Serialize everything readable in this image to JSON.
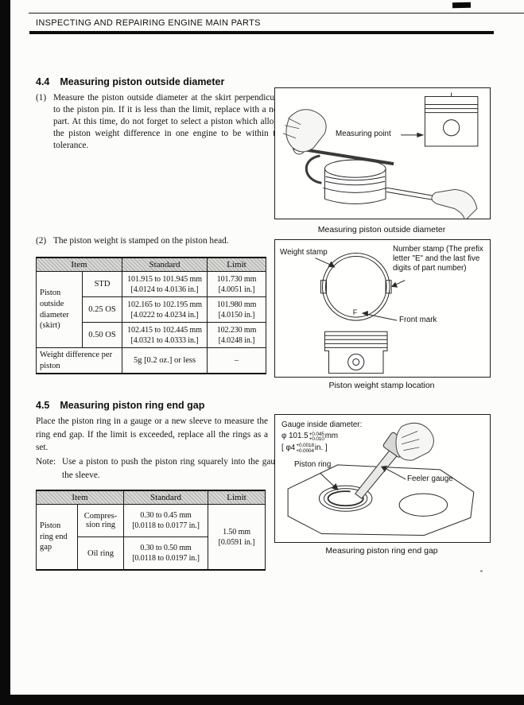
{
  "scan": {
    "header_title": "INSPECTING AND REPAIRING ENGINE MAIN PARTS"
  },
  "section_44": {
    "number": "4.4",
    "title": "Measuring piston outside diameter",
    "item1_marker": "(1)",
    "item1_text": "Measure the piston outside diameter at the skirt perpendicular to the piston pin. If it is less than the limit, replace with a new part. At this time, do not forget to select a piston which allows the piston weight difference in one engine to be within the tolerance.",
    "item2_marker": "(2)",
    "item2_text": "The piston weight is stamped on the piston head."
  },
  "figure_measuring_od": {
    "label_measuring_point": "Measuring point",
    "caption": "Measuring piston outside diameter"
  },
  "table_piston_od": {
    "col_item": "Item",
    "col_standard": "Standard",
    "col_limit": "Limit",
    "row_group_label": "Piston outside diameter (skirt)",
    "rows": [
      {
        "variant": "STD",
        "standard_mm": "101.915 to 101.945 mm",
        "standard_in": "[4.0124 to 4.0136 in.]",
        "limit_mm": "101.730 mm",
        "limit_in": "[4.0051 in.]"
      },
      {
        "variant": "0.25 OS",
        "standard_mm": "102.165 to 102.195 mm",
        "standard_in": "[4.0222 to 4.0234 in.]",
        "limit_mm": "101.980 mm",
        "limit_in": "[4.0150 in.]"
      },
      {
        "variant": "0.50 OS",
        "standard_mm": "102.415 to 102.445 mm",
        "standard_in": "[4.0321 to 4.0333 in.]",
        "limit_mm": "102.230 mm",
        "limit_in": "[4.0248 in.]"
      }
    ],
    "weight_row_label": "Weight difference per piston",
    "weight_row_standard": "5g [0.2 oz.] or less",
    "weight_row_limit": "–"
  },
  "figure_weight_stamp": {
    "label_weight_stamp": "Weight stamp",
    "label_number_stamp": "Number stamp (The prefix letter \"E\" and the last five digits of part number)",
    "label_front_mark": "Front mark",
    "front_mark_letter": "F",
    "caption": "Piston weight stamp location"
  },
  "section_45": {
    "number": "4.5",
    "title": "Measuring piston ring end gap",
    "body": "Place the piston ring in a gauge or a new sleeve to measure the ring end gap. If the limit is exceeded, replace all the rings as a set.",
    "note_label": "Note:",
    "note_text": "Use a piston to push the piston ring squarely into the gauge or the sleeve."
  },
  "table_ring_gap": {
    "col_item": "Item",
    "col_standard": "Standard",
    "col_limit": "Limit",
    "row_group_label": "Piston ring end gap",
    "rows": [
      {
        "variant": "Compres-sion ring",
        "standard_mm": "0.30 to 0.45 mm",
        "standard_in": "[0.0118 to 0.0177 in.]"
      },
      {
        "variant": "Oil ring",
        "standard_mm": "0.30 to 0.50 mm",
        "standard_in": "[0.0118 to 0.0197 in.]"
      }
    ],
    "limit_mm": "1.50 mm",
    "limit_in": "[0.0591 in.]"
  },
  "figure_ring_gap": {
    "gauge_title": "Gauge inside diameter:",
    "gauge_mm_value": "φ 101.5",
    "gauge_mm_tol_upper": "+0.045",
    "gauge_mm_tol_lower": "+0.010",
    "gauge_mm_unit": "mm",
    "gauge_in_value": "[ φ4",
    "gauge_in_tol_upper": "+0.0018",
    "gauge_in_tol_lower": "+0.0004",
    "gauge_in_unit": "in. ]",
    "label_piston_ring": "Piston ring",
    "label_feeler_gauge": "Feeler gauge",
    "caption": "Measuring piston ring end gap"
  }
}
